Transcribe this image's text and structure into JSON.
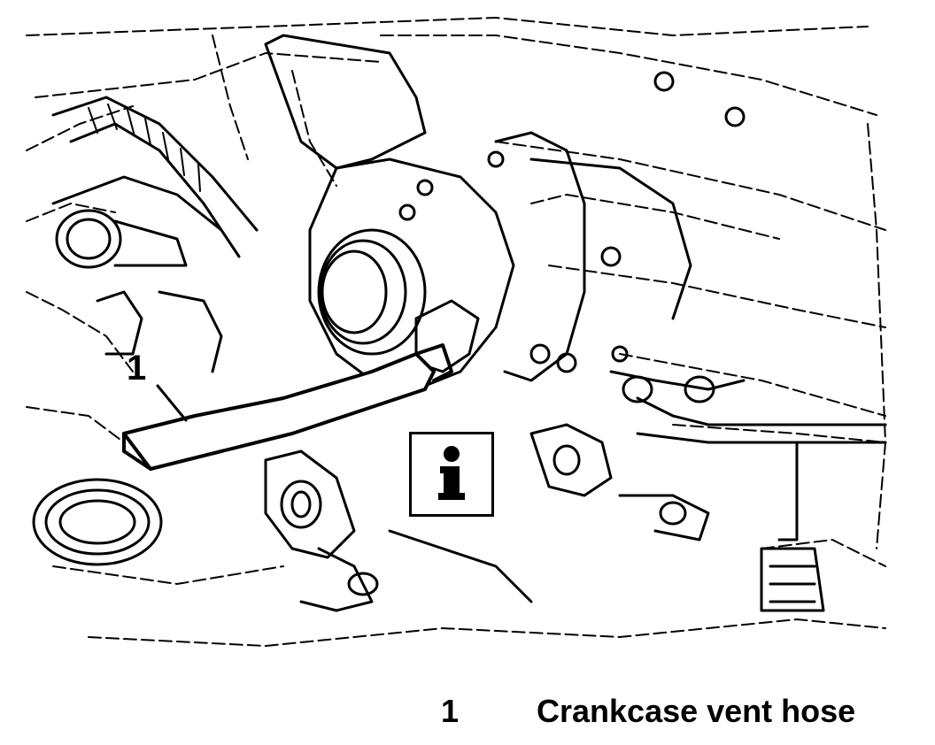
{
  "callout": {
    "number": "1"
  },
  "legend": {
    "items": [
      {
        "number": "1",
        "text": "Crankcase vent hose"
      }
    ]
  },
  "info_icon": "info-icon",
  "colors": {
    "ink": "#000000",
    "paper": "#ffffff"
  }
}
